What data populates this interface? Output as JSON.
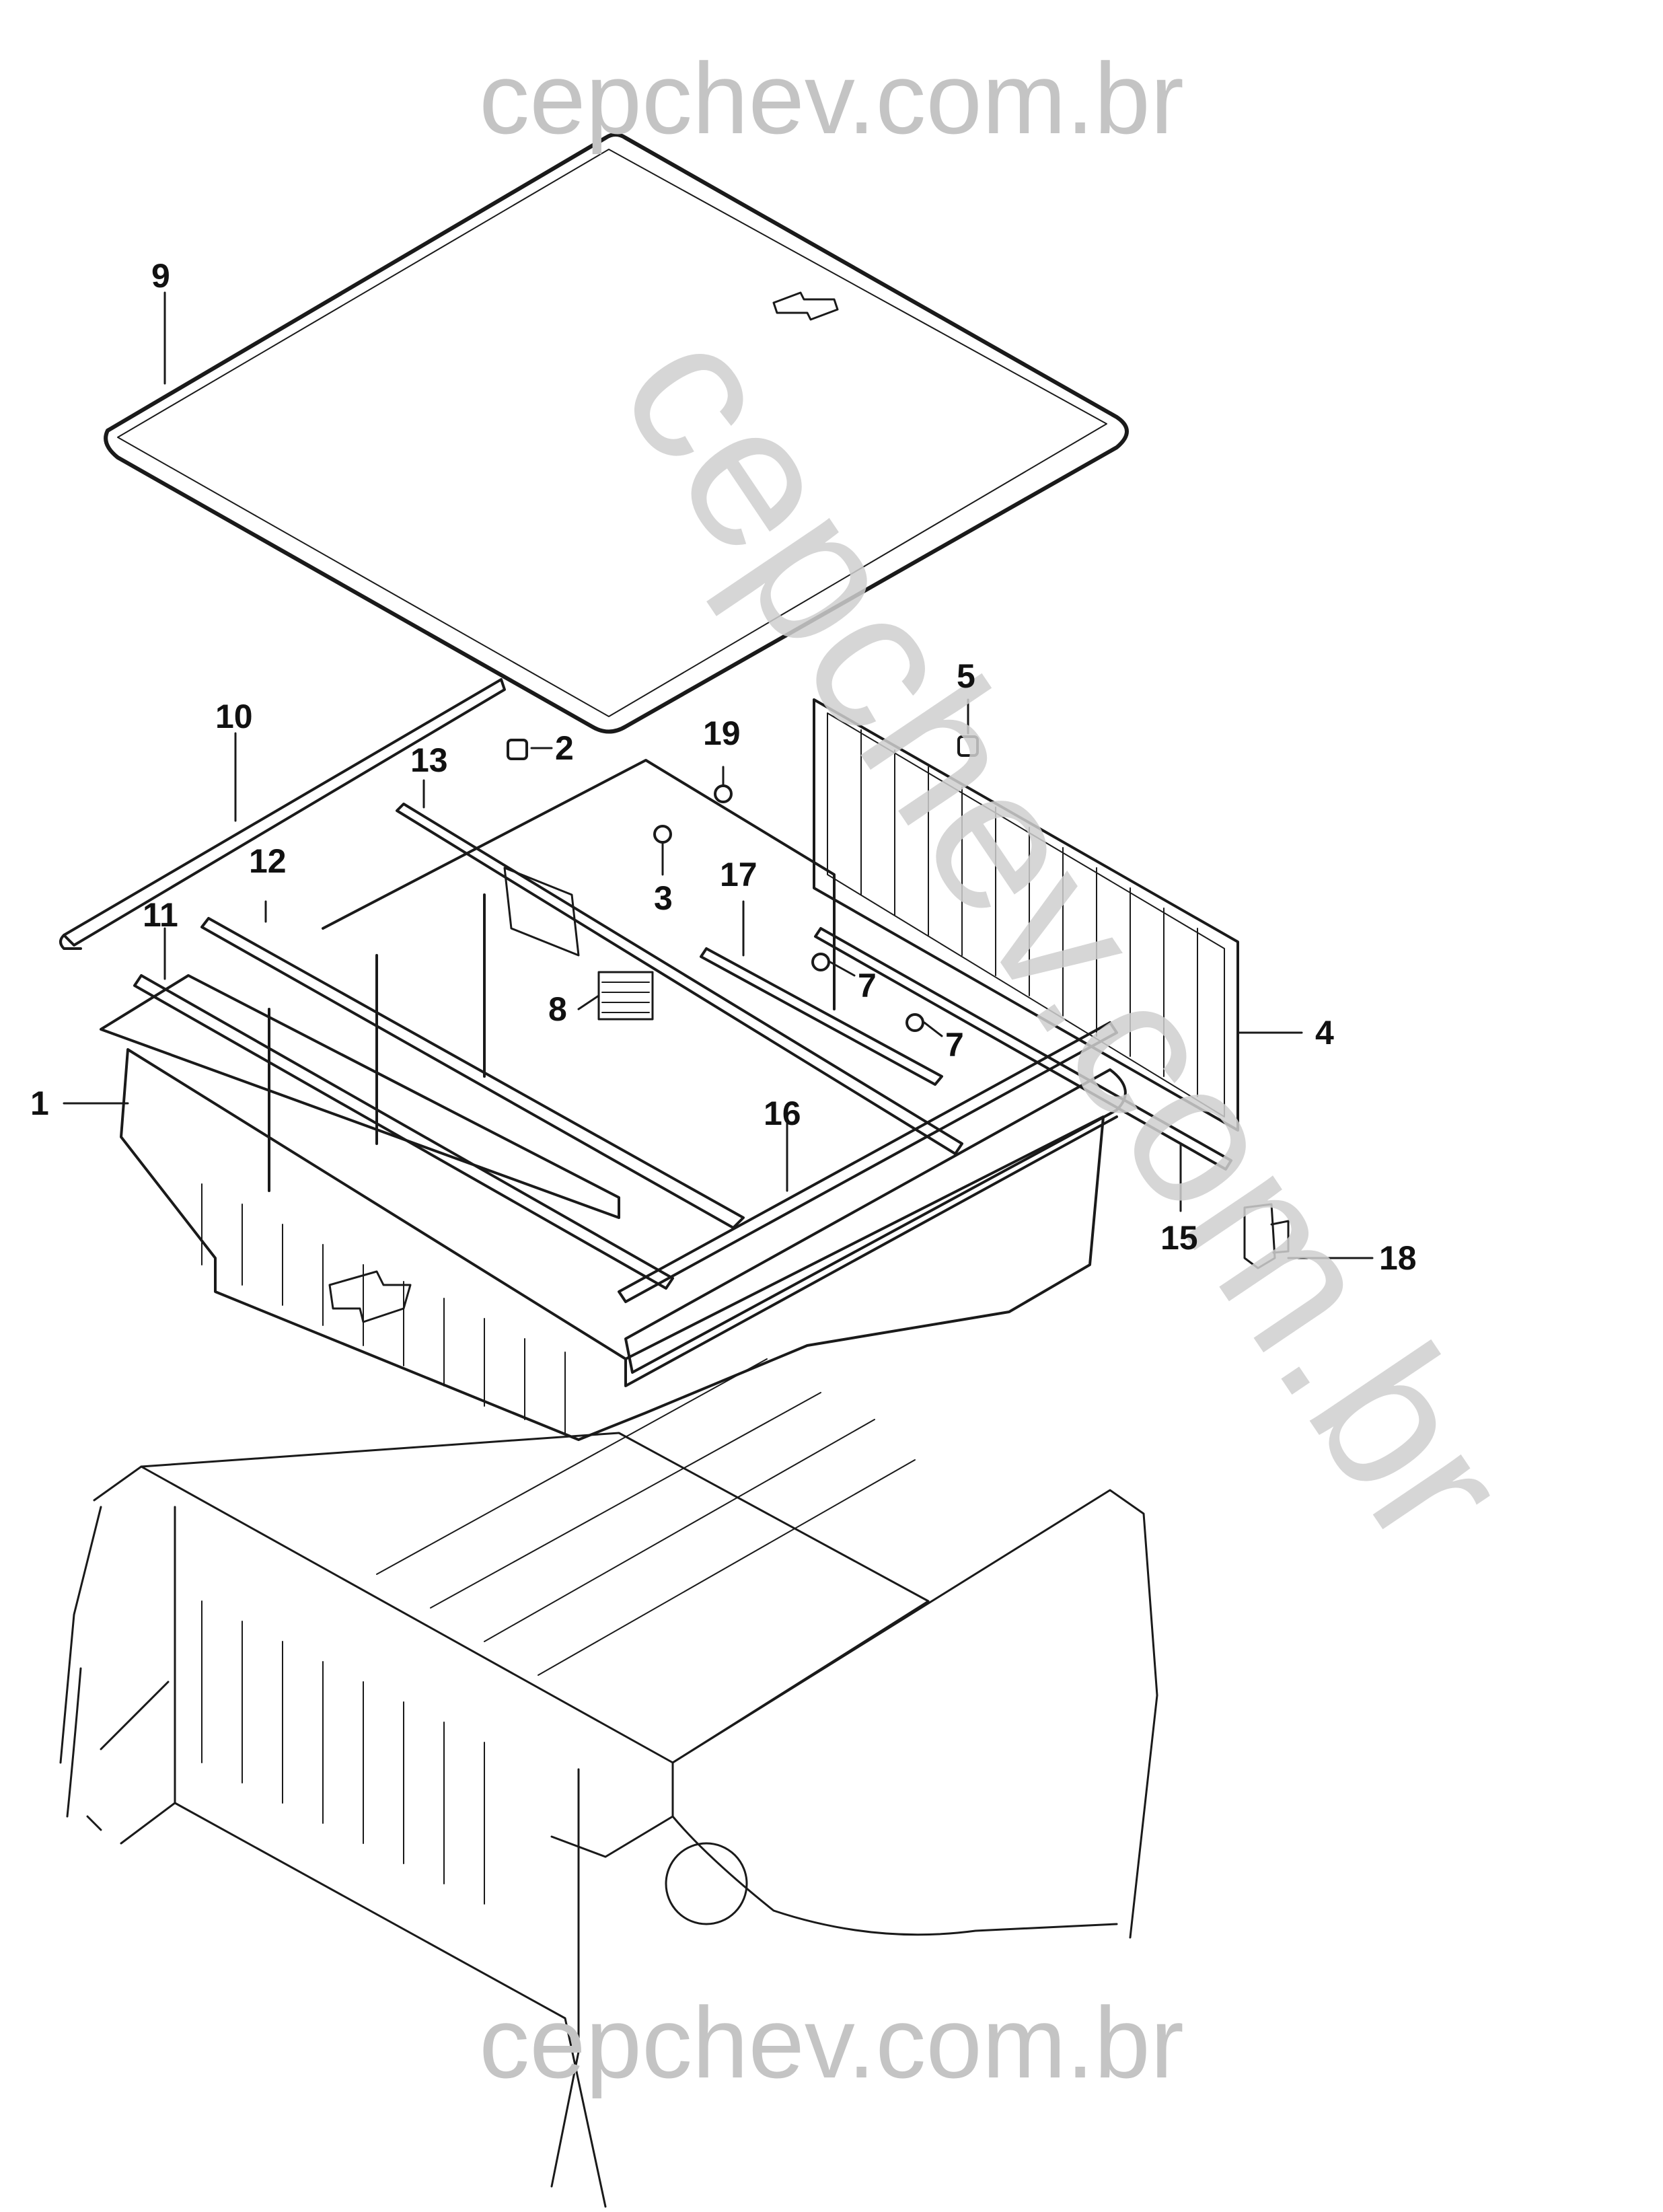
{
  "watermark": {
    "top": "cepchev.com.br",
    "bottom": "cepchev.com.br",
    "diagonal": "cepchev.com.br"
  },
  "callouts": [
    {
      "id": "c1",
      "text": "1"
    },
    {
      "id": "c2",
      "text": "2"
    },
    {
      "id": "c3",
      "text": "3"
    },
    {
      "id": "c4",
      "text": "4"
    },
    {
      "id": "c5",
      "text": "5"
    },
    {
      "id": "c7a",
      "text": "7"
    },
    {
      "id": "c7b",
      "text": "7"
    },
    {
      "id": "c8",
      "text": "8"
    },
    {
      "id": "c9",
      "text": "9"
    },
    {
      "id": "c10",
      "text": "10"
    },
    {
      "id": "c11",
      "text": "11"
    },
    {
      "id": "c12",
      "text": "12"
    },
    {
      "id": "c13",
      "text": "13"
    },
    {
      "id": "c15",
      "text": "15"
    },
    {
      "id": "c16",
      "text": "16"
    },
    {
      "id": "c17",
      "text": "17"
    },
    {
      "id": "c18",
      "text": "18"
    },
    {
      "id": "c19",
      "text": "19"
    }
  ],
  "colors": {
    "line": "#1a1a1a",
    "watermark": "#c4c4c4"
  }
}
